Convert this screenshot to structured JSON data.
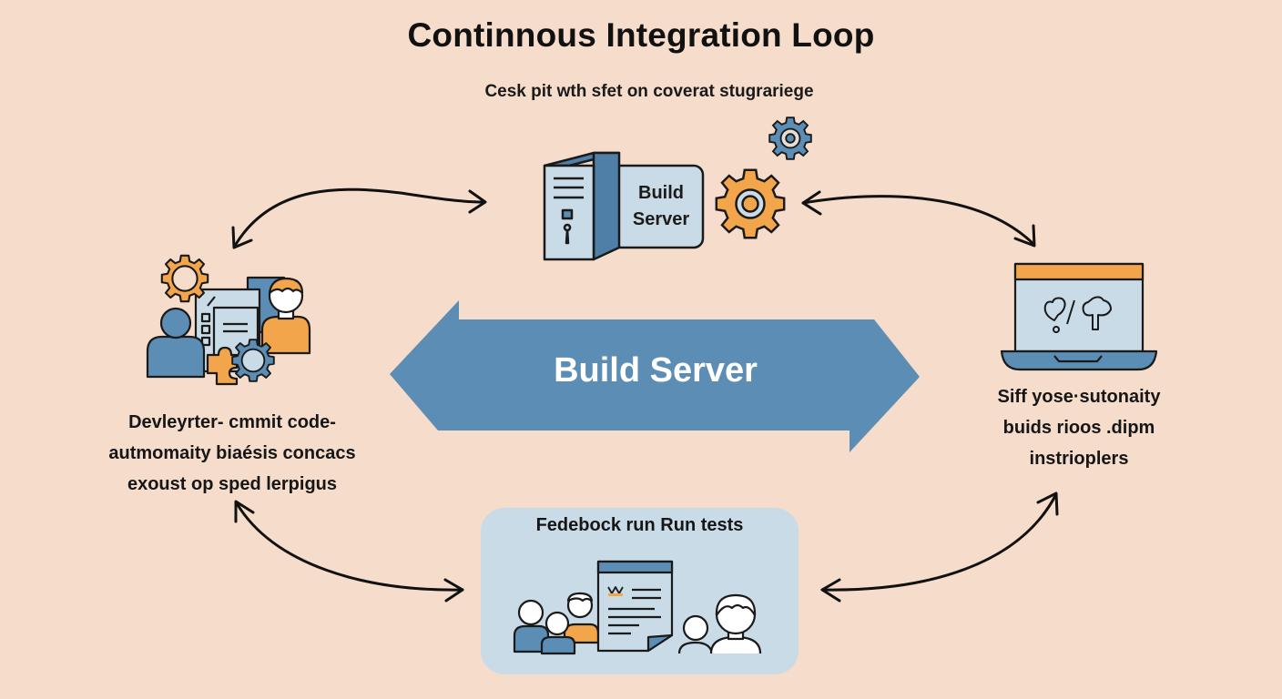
{
  "header": {
    "title": "Continnous Integration Loop",
    "subtitle": "Cesk pit wth sfet on coverat stugrariege"
  },
  "nodes": {
    "build_server": {
      "label_line1": "Build",
      "label_line2": "Server",
      "icon": "server-tower-icon",
      "gear_icons": [
        "gear-icon-orange",
        "gear-icon-blue"
      ]
    },
    "developer": {
      "icon": "developers-team-icon",
      "caption_lines": [
        "Devleyrter- cmmit code-",
        "autmomaity biaésis concacs",
        "exoust op sped lerpigus"
      ]
    },
    "automation": {
      "icon": "laptop-icon",
      "caption_lines": [
        "Siff yose·sutonaity",
        "buids rioos .dipm",
        "instrioplers"
      ]
    },
    "feedback": {
      "label": "Fedebock run Run tests",
      "icon": "team-report-icon"
    }
  },
  "center_arrow": {
    "label": "Build Server",
    "icon": "double-arrow-icon"
  },
  "connectors": [
    {
      "from": "developer",
      "to": "build_server",
      "name": "arrow-developer-build-server"
    },
    {
      "from": "build_server",
      "to": "automation",
      "name": "arrow-build-server-automation"
    },
    {
      "from": "developer",
      "to": "feedback",
      "name": "arrow-developer-feedback"
    },
    {
      "from": "feedback",
      "to": "automation",
      "name": "arrow-feedback-automation"
    }
  ],
  "colors": {
    "background": "#f5dccb",
    "blue": "#5b8db5",
    "light_blue": "#c8dbe7",
    "orange": "#f2a54a",
    "outline": "#1a1a1a"
  }
}
